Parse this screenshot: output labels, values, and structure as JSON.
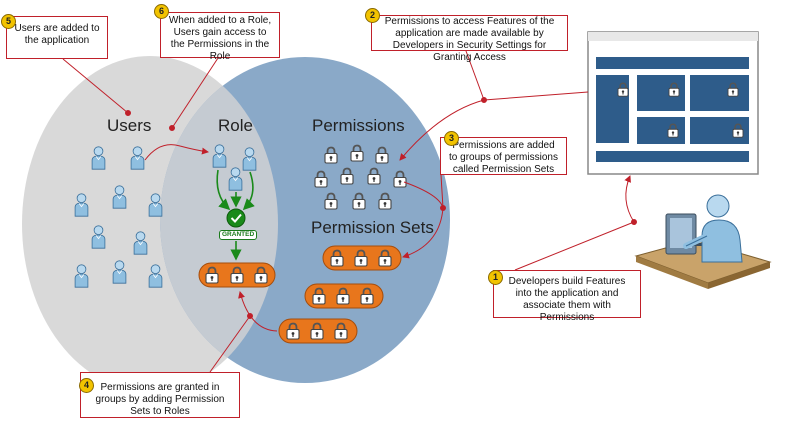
{
  "labels": {
    "users": "Users",
    "role": "Role",
    "permissions": "Permissions",
    "permission_sets": "Permission Sets",
    "granted": "GRANTED"
  },
  "callouts": [
    {
      "num": "1",
      "text": "Developers build Features into the application and associate them with Permissions"
    },
    {
      "num": "2",
      "text": "Permissions to access Features of the application are made available by Developers in Security Settings for Granting Access"
    },
    {
      "num": "3",
      "text": "Permissions are added to groups of permissions called Permission Sets"
    },
    {
      "num": "4",
      "text": "Permissions are granted in groups by adding Permission Sets to Roles"
    },
    {
      "num": "5",
      "text": "Users are added to the application"
    },
    {
      "num": "6",
      "text": "When added to a Role, Users gain access to the Permissions in the Role"
    }
  ],
  "colors": {
    "users_circle": "#d9d9d9",
    "permissions_circle": "#8aa9c8",
    "overlap": "#c5cbd2",
    "permission_set": "#e8761c",
    "callout_line": "#c0202a",
    "badge": "#f2c300",
    "grant_arrow": "#1a8a1a",
    "window_blue": "#2e5c8a"
  },
  "icons": {
    "user": "user-icon",
    "lock": "padlock-icon",
    "check": "check-circle-icon",
    "window": "application-window-icon",
    "developer": "developer-at-computer-icon"
  }
}
